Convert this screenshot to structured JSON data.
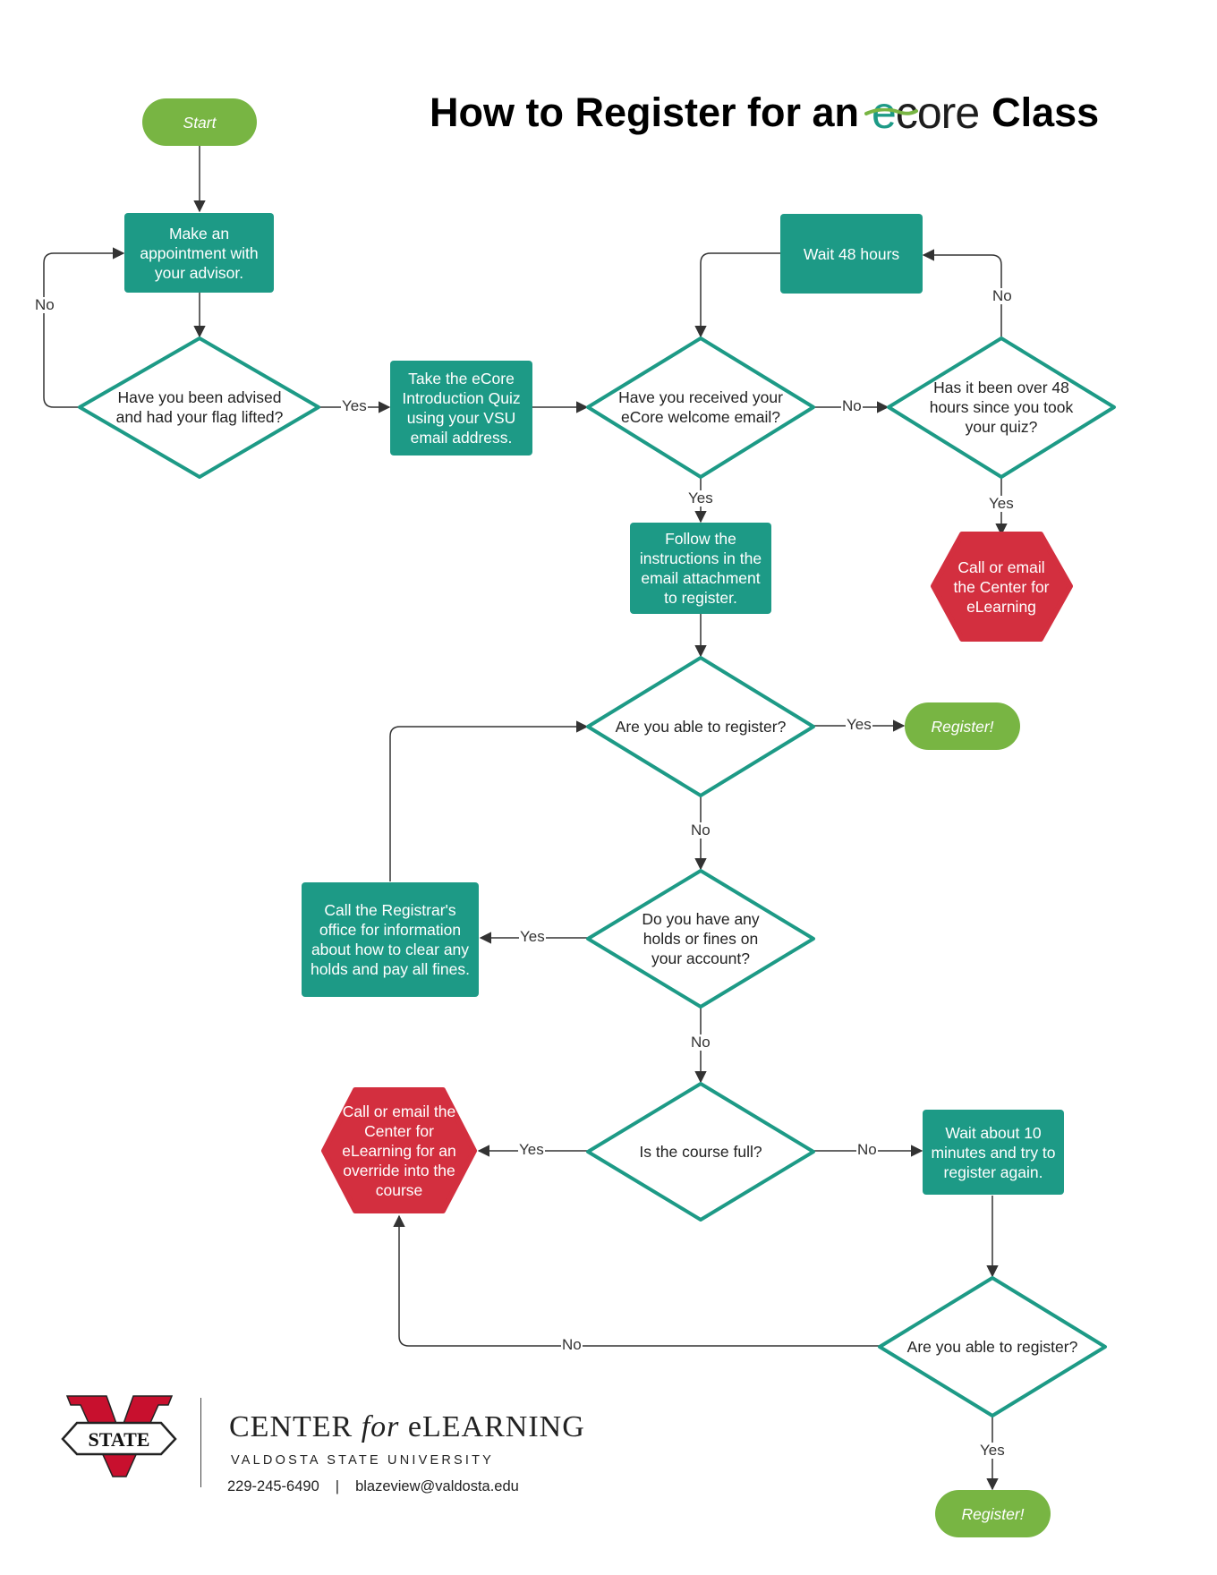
{
  "title": {
    "prefix": "How to Register for an",
    "logo_e": "e",
    "logo_rest": "core",
    "suffix": "Class"
  },
  "colors": {
    "teal": "#1d9a86",
    "green": "#78b543",
    "red": "#d32f3f",
    "line": "#333333"
  },
  "nodes": {
    "start": "Start",
    "appointment": "Make an appointment with your advisor.",
    "advised_q": "Have you been advised and had your flag lifted?",
    "quiz": "Take the eCore Introduction Quiz using your VSU email address.",
    "welcome_q": "Have you received your eCore welcome email?",
    "wait48": "Wait 48 hours",
    "over48_q": "Has it been over 48 hours since you took your quiz?",
    "call_center": "Call or email the Center for eLearning",
    "follow": "Follow the instructions in the email attachment to register.",
    "able_q1": "Are you able to register?",
    "register1": "Register!",
    "holds_q": "Do you have any holds or fines on your account?",
    "registrar": "Call the Registrar's office for information about how to clear any holds and pay all fines.",
    "full_q": "Is the course full?",
    "override": "Call or email the Center for eLearning for an override into the course",
    "wait10": "Wait about 10 minutes and try to register again.",
    "able_q2": "Are you able to register?",
    "register2": "Register!"
  },
  "labels": {
    "yes": "Yes",
    "no": "No"
  },
  "footer": {
    "logo_text": "STATE",
    "center_a": "CENTER",
    "center_for": "for",
    "center_b": "eLEARNING",
    "university": "VALDOSTA STATE UNIVERSITY",
    "phone": "229-245-6490",
    "separator": "|",
    "email": "blazeview@valdosta.edu"
  }
}
